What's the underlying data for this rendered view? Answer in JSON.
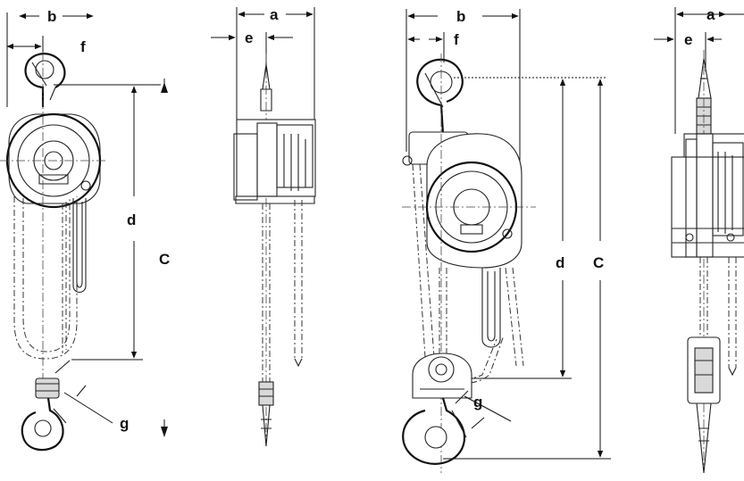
{
  "labels": {
    "left": {
      "b": "b",
      "f": "f",
      "d": "d",
      "C": "C",
      "g": "g"
    },
    "left_side": {
      "a": "a",
      "e": "e"
    },
    "right": {
      "b": "b",
      "f": "f",
      "d": "d",
      "C": "C",
      "g": "g"
    },
    "right_side": {
      "a": "a",
      "e": "e"
    }
  },
  "colors": {
    "line": "#222222",
    "background": "#ffffff"
  }
}
